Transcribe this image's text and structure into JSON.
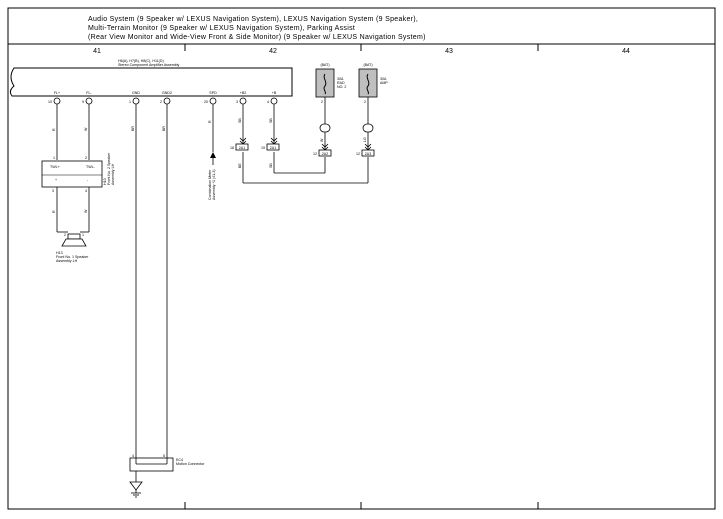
{
  "title": {
    "line1": "Audio System (9 Speaker w/ LEXUS Navigation System),  LEXUS Navigation System (9 Speaker),",
    "line2": "Multi-Terrain Monitor (9 Speaker w/ LEXUS Navigation System),  Parking Assist",
    "line3": "(Rear View Monitor and Wide-View Front & Side Monitor) (9 Speaker w/ LEXUS Navigation System)"
  },
  "columns": [
    "41",
    "42",
    "43",
    "44"
  ],
  "amplifier": {
    "id": "H6(A), H7(B), H8(C), H11(D)",
    "name": "Stereo Component Amplifier Assembly",
    "pins": [
      {
        "num": "10",
        "label": "FL+"
      },
      {
        "num": "9",
        "label": "FL-"
      },
      {
        "num": "1",
        "label": "GND"
      },
      {
        "num": "2",
        "label": "GND2"
      },
      {
        "num": "20",
        "label": "SPD"
      },
      {
        "num": "3",
        "label": "+B2"
      },
      {
        "num": "4",
        "label": "+B"
      }
    ]
  },
  "wires": {
    "w1": "R",
    "w2": "W",
    "w3": "BR",
    "w4": "BR",
    "w5": "R",
    "w6": "SB",
    "w7": "SB",
    "w8": "W",
    "w9": "LG",
    "w10": "BE",
    "w11": "SB"
  },
  "fuses": [
    {
      "power": "(BAT)",
      "name": "30A",
      "name2": "RAD",
      "name3": "NO. 2",
      "pin": "2"
    },
    {
      "power": "(BAT)",
      "name": "30A",
      "name2": "AMP",
      "name3": "",
      "pin": "2"
    }
  ],
  "junctions": [
    {
      "num": "18",
      "id": "2A1"
    },
    {
      "num": "19",
      "id": "2A1"
    },
    {
      "num": "12",
      "id": "2A2"
    },
    {
      "num": "12",
      "id": "2A3"
    }
  ],
  "tweeter": {
    "id": "H10",
    "name1": "Front No. 2 Speaker",
    "name2": "Assembly LH",
    "pin_pos": "TWL+",
    "pin_neg": "TWL-",
    "pin_plus": "+",
    "pin_minus": "-",
    "pins": [
      "1",
      "2",
      "3",
      "4"
    ]
  },
  "speaker": {
    "id": "H13",
    "name1": "Front No. 1 Speaker",
    "name2": "Assembly LH",
    "pins": [
      "2",
      "1"
    ]
  },
  "speed_source": {
    "line1": "Combination Meter",
    "line2": "Assembly *1 (41-3)"
  },
  "motion": {
    "id": "EC4",
    "name": "Motion Connector",
    "pins": [
      "4",
      "5"
    ]
  }
}
